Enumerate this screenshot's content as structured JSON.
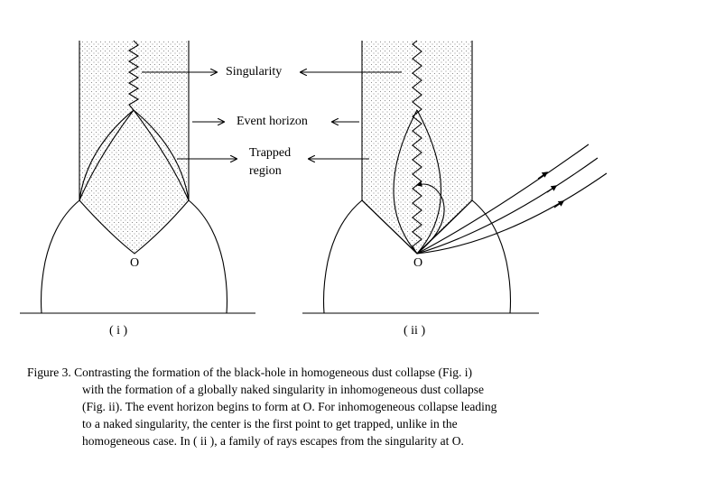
{
  "labels": {
    "singularity": "Singularity",
    "event_horizon": "Event horizon",
    "trapped_1": "Trapped",
    "trapped_2": "region",
    "origin_i": "O",
    "origin_ii": "O",
    "panel_i": "( i )",
    "panel_ii": "( ii )"
  },
  "caption": {
    "line1": "Figure 3. Contrasting the formation of the black-hole in homogeneous dust collapse (Fig. i)",
    "line2": "with the formation of a globally naked singularity in inhomogeneous dust collapse",
    "line3": "(Fig. ii). The event horizon begins to form at O. For inhomogeneous collapse leading",
    "line4": "to a naked singularity, the center is the first point to get trapped, unlike in the",
    "line5": "homogeneous case. In ( ii ), a family of rays escapes from the singularity at O."
  },
  "colors": {
    "ink": "#000000",
    "dots": "#8a8a8a",
    "background": "#ffffff"
  }
}
